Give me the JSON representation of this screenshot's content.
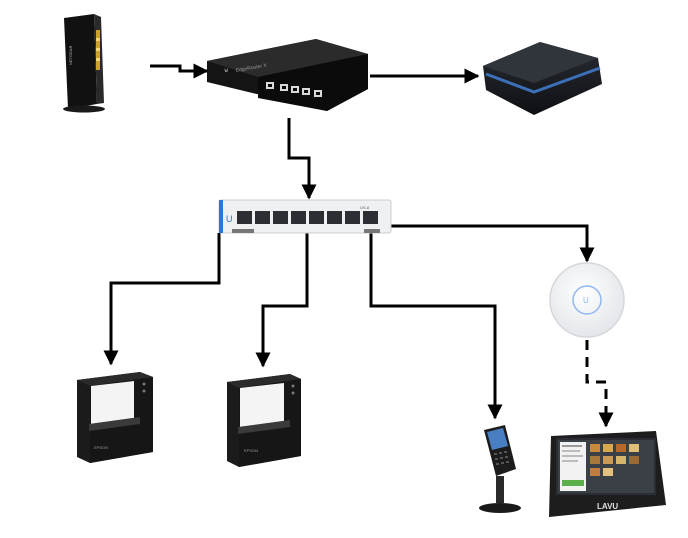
{
  "devices": {
    "modem": {
      "brand": "NETGEAR"
    },
    "router": {
      "brand_text": "EdgeRouter X"
    },
    "lte_backup": {
      "status_color": "#39d353"
    },
    "switch": {
      "model_text": "US-8"
    },
    "printer_left": {
      "brand": "EPSON"
    },
    "printer_right": {
      "brand": "EPSON"
    },
    "access_point": {
      "logo": "U"
    },
    "pos_tablet": {
      "brand": "LAVU"
    }
  },
  "colors": {
    "wire": "#000000",
    "device_dark": "#1b1b1b",
    "switch_body": "#e9ecef",
    "switch_accent": "#2e75d6",
    "ap_body": "#f3f4f6",
    "ap_ring": "#8fb8ef"
  },
  "connections": [
    {
      "from": "modem",
      "to": "router",
      "style": "solid"
    },
    {
      "from": "router",
      "to": "lte_backup",
      "style": "solid"
    },
    {
      "from": "router",
      "to": "switch",
      "style": "solid"
    },
    {
      "from": "switch",
      "to": "printer_left",
      "style": "solid"
    },
    {
      "from": "switch",
      "to": "printer_right",
      "style": "solid"
    },
    {
      "from": "switch",
      "to": "card_terminal",
      "style": "solid"
    },
    {
      "from": "switch",
      "to": "access_point",
      "style": "solid"
    },
    {
      "from": "access_point",
      "to": "pos_tablet",
      "style": "dashed"
    }
  ]
}
